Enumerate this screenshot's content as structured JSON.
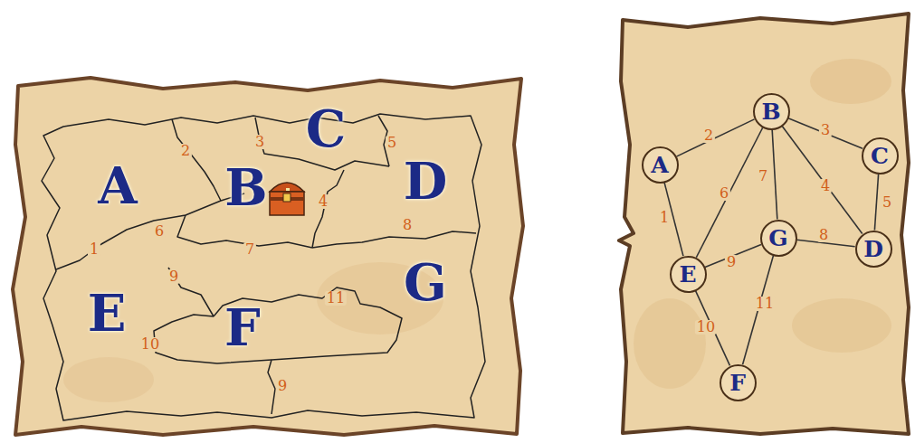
{
  "diagram": {
    "nodes": [
      {
        "text": [
          "B"
        ]
      },
      {
        "text": [
          "A"
        ]
      },
      {
        "text": [
          "C"
        ]
      },
      {
        "text": [
          "G"
        ]
      },
      {
        "text": [
          "D"
        ]
      },
      {
        "text": [
          "E"
        ]
      },
      {
        "text": [
          "F"
        ]
      }
    ],
    "edges": [
      {
        "from": 1,
        "to": 0,
        "label": "2",
        "arrow": "none"
      },
      {
        "from": 0,
        "to": 2,
        "label": "3",
        "arrow": "none"
      },
      {
        "from": 2,
        "to": 4,
        "label": "5",
        "arrow": "none"
      },
      {
        "from": 0,
        "to": 4,
        "label": "4",
        "arrow": "none"
      },
      {
        "from": 0,
        "to": 3,
        "label": "7",
        "arrow": "none"
      },
      {
        "from": 0,
        "to": 5,
        "label": "6",
        "arrow": "none"
      },
      {
        "from": 1,
        "to": 5,
        "label": "1",
        "arrow": "none"
      },
      {
        "from": 5,
        "to": 3,
        "label": "9",
        "arrow": "none"
      },
      {
        "from": 3,
        "to": 4,
        "label": "8",
        "arrow": "none"
      },
      {
        "from": 5,
        "to": 6,
        "label": "10",
        "arrow": "none"
      },
      {
        "from": 3,
        "to": 6,
        "label": "11",
        "arrow": "none"
      }
    ],
    "labels": [
      "C",
      "A",
      "B",
      "D",
      "G",
      "E",
      "F",
      "2",
      "3",
      "5",
      "4",
      "6",
      "1",
      "7",
      "8",
      "9",
      "11",
      "10",
      "9"
    ]
  }
}
